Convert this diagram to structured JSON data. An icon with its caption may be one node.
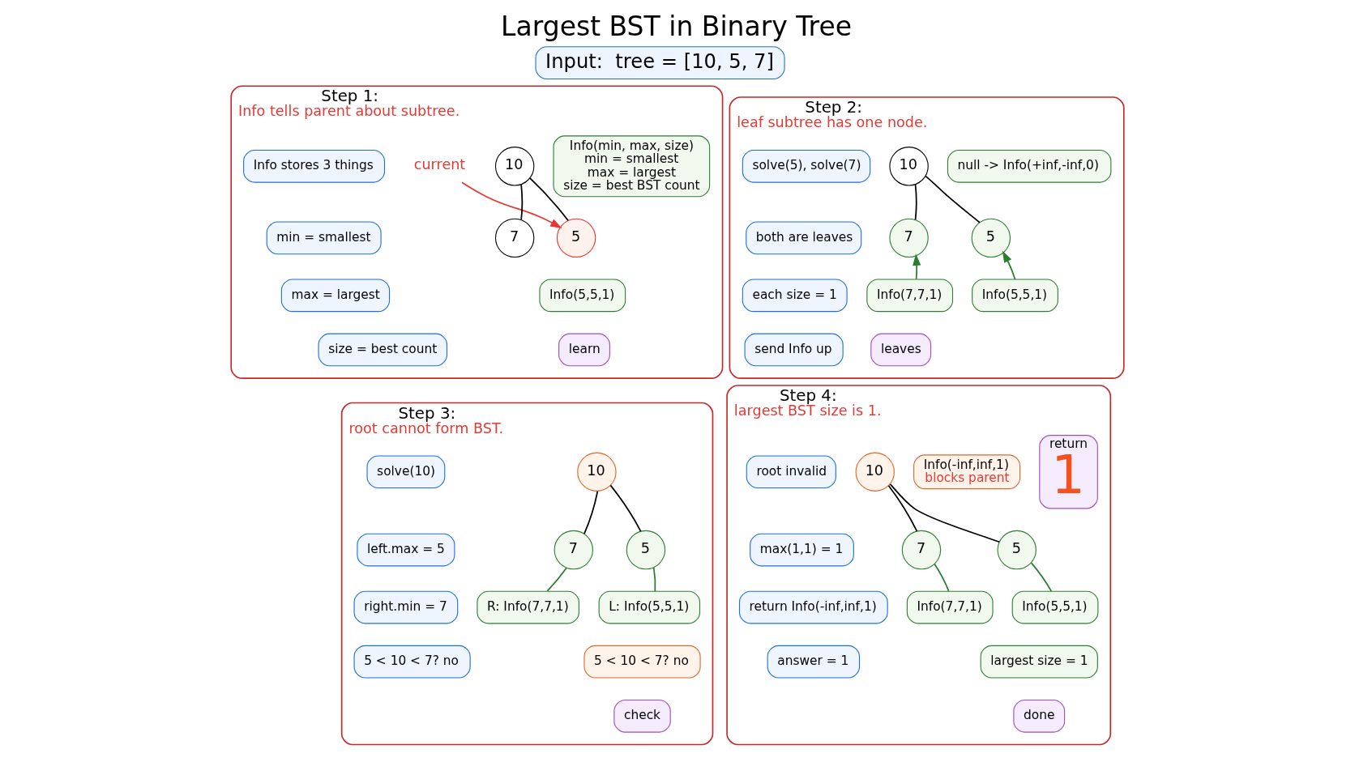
{
  "diagram": {
    "title": "Largest BST in Binary Tree",
    "nodes": [
      {
        "text": [
          "Input:  tree = [10, 5, 7]"
        ]
      },
      {
        "text": [
          "Step 1:",
          "Info tells parent about subtree."
        ]
      },
      {
        "text": [
          "Info stores 3 things"
        ],
        "in": 1
      },
      {
        "text": [
          "min = smallest"
        ],
        "in": 1
      },
      {
        "text": [
          "max = largest"
        ],
        "in": 1
      },
      {
        "text": [
          "size = best count"
        ],
        "in": 1
      },
      {
        "text": [
          "current"
        ],
        "in": 1
      },
      {
        "text": [
          "10"
        ],
        "in": 1
      },
      {
        "text": [
          "5"
        ],
        "in": 1
      },
      {
        "text": [
          "7"
        ],
        "in": 1
      },
      {
        "text": [
          "Info(5,5,1)"
        ],
        "in": 1
      },
      {
        "text": [
          "Info(min, max, size)",
          "min = smallest",
          "max = largest",
          "size = best BST count"
        ],
        "in": 1
      },
      {
        "text": [
          "learn"
        ],
        "in": 1
      },
      {
        "text": [
          "Step 2:",
          "leaf subtree has one node."
        ]
      },
      {
        "text": [
          "solve(5), solve(7)"
        ],
        "in": 13
      },
      {
        "text": [
          "both are leaves"
        ],
        "in": 13
      },
      {
        "text": [
          "each size = 1"
        ],
        "in": 13
      },
      {
        "text": [
          "send Info up"
        ],
        "in": 13
      },
      {
        "text": [
          "10"
        ],
        "in": 13
      },
      {
        "text": [
          "null -> Info(+inf,-inf,0)"
        ],
        "in": 13
      },
      {
        "text": [
          "5"
        ],
        "in": 13
      },
      {
        "text": [
          "7"
        ],
        "in": 13
      },
      {
        "text": [
          "Info(5,5,1)"
        ],
        "in": 13
      },
      {
        "text": [
          "Info(7,7,1)"
        ],
        "in": 13
      },
      {
        "text": [
          "leaves"
        ],
        "in": 13
      },
      {
        "text": [
          "Step 3:",
          "root cannot form BST."
        ]
      },
      {
        "text": [
          "solve(10)"
        ],
        "in": 25
      },
      {
        "text": [
          "left.max = 5"
        ],
        "in": 25
      },
      {
        "text": [
          "right.min = 7"
        ],
        "in": 25
      },
      {
        "text": [
          "5 < 10 < 7? no"
        ],
        "in": 25
      },
      {
        "text": [
          "10"
        ],
        "in": 25
      },
      {
        "text": [
          "5"
        ],
        "in": 25
      },
      {
        "text": [
          "7"
        ],
        "in": 25
      },
      {
        "text": [
          "L: Info(5,5,1)"
        ],
        "in": 25
      },
      {
        "text": [
          "R: Info(7,7,1)"
        ],
        "in": 25
      },
      {
        "text": [
          "5 < 10 < 7? no"
        ],
        "in": 25
      },
      {
        "text": [
          "check"
        ],
        "in": 25
      },
      {
        "text": [
          "Step 4:",
          "largest BST size is 1."
        ]
      },
      {
        "text": [
          "root invalid"
        ],
        "in": 37
      },
      {
        "text": [
          "max(1,1) = 1"
        ],
        "in": 37
      },
      {
        "text": [
          "return Info(-inf,inf,1)"
        ],
        "in": 37
      },
      {
        "text": [
          "answer = 1"
        ],
        "in": 37
      },
      {
        "text": [
          "10"
        ],
        "in": 37
      },
      {
        "text": [
          "Info(-inf,inf,1)",
          "blocks parent"
        ],
        "in": 37
      },
      {
        "text": [
          "return",
          "1"
        ],
        "in": 37
      },
      {
        "text": [
          "5"
        ],
        "in": 37
      },
      {
        "text": [
          "7"
        ],
        "in": 37
      },
      {
        "text": [
          "Info(5,5,1)"
        ],
        "in": 37
      },
      {
        "text": [
          "Info(7,7,1)"
        ],
        "in": 37
      },
      {
        "text": [
          "largest size = 1"
        ],
        "in": 37
      },
      {
        "text": [
          "done"
        ],
        "in": 37
      }
    ],
    "edges": [
      {
        "from": 6,
        "to": 8,
        "arrow": "to",
        "color": "#e53935"
      },
      {
        "from": 7,
        "to": 8,
        "arrow": "none"
      },
      {
        "from": 7,
        "to": 9,
        "arrow": "none"
      },
      {
        "from": 18,
        "to": 20,
        "arrow": "none"
      },
      {
        "from": 18,
        "to": 21,
        "arrow": "none"
      },
      {
        "from": 22,
        "to": 20,
        "arrow": "to",
        "color": "#2e7d32"
      },
      {
        "from": 23,
        "to": 21,
        "arrow": "to",
        "color": "#2e7d32"
      },
      {
        "from": 30,
        "to": 31,
        "arrow": "none"
      },
      {
        "from": 30,
        "to": 32,
        "arrow": "none"
      },
      {
        "from": 33,
        "to": 31,
        "arrow": "none",
        "color": "#2e7d32"
      },
      {
        "from": 34,
        "to": 32,
        "arrow": "none",
        "color": "#2e7d32"
      },
      {
        "from": 42,
        "to": 45,
        "arrow": "none"
      },
      {
        "from": 42,
        "to": 46,
        "arrow": "none"
      },
      {
        "from": 47,
        "to": 45,
        "arrow": "none",
        "color": "#2e7d32"
      },
      {
        "from": 48,
        "to": 46,
        "arrow": "none",
        "color": "#2e7d32"
      }
    ]
  }
}
